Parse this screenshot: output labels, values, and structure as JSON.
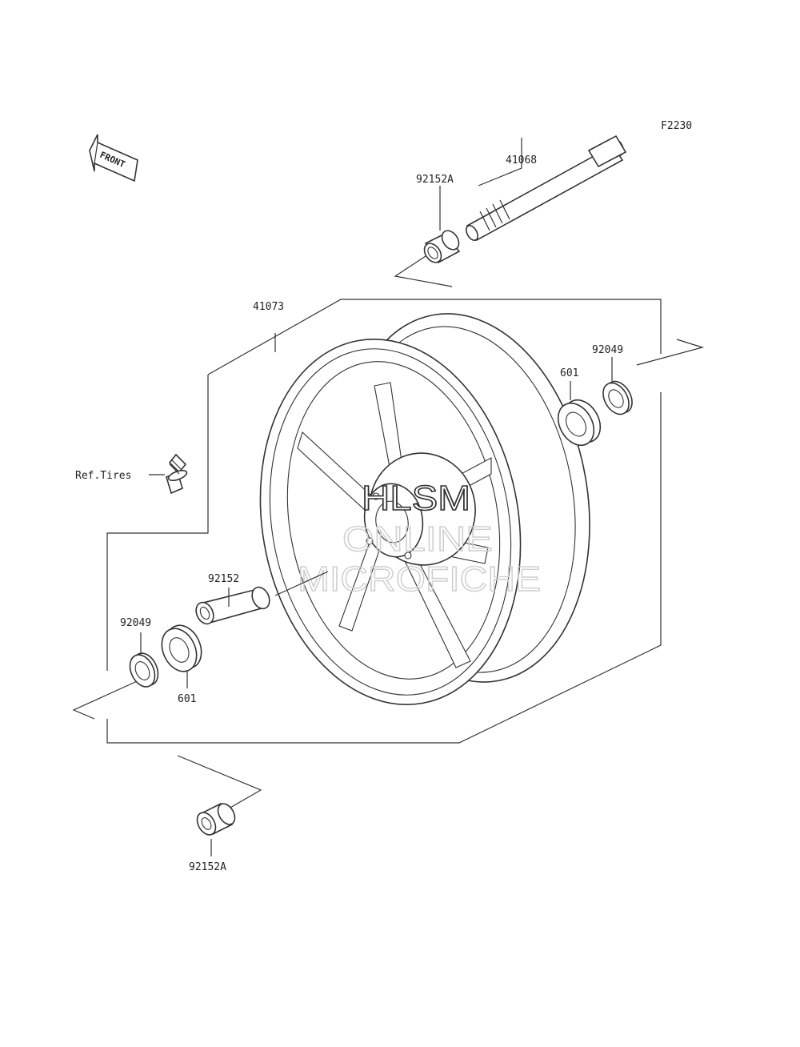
{
  "diagram_code": "F2230",
  "front_arrow_label": "FRONT",
  "labels": {
    "axle": "41068",
    "collar_top": "92152A",
    "wheel": "41073",
    "seal_right": "92049",
    "bearing_right": "601",
    "valve_ref": "Ref.Tires",
    "spacer": "92152",
    "seal_left": "92049",
    "bearing_left": "601",
    "collar_bottom": "92152A"
  },
  "watermark": {
    "line1": "HLSM",
    "line2": "ONLINE",
    "line3": "MICROFICHE"
  }
}
